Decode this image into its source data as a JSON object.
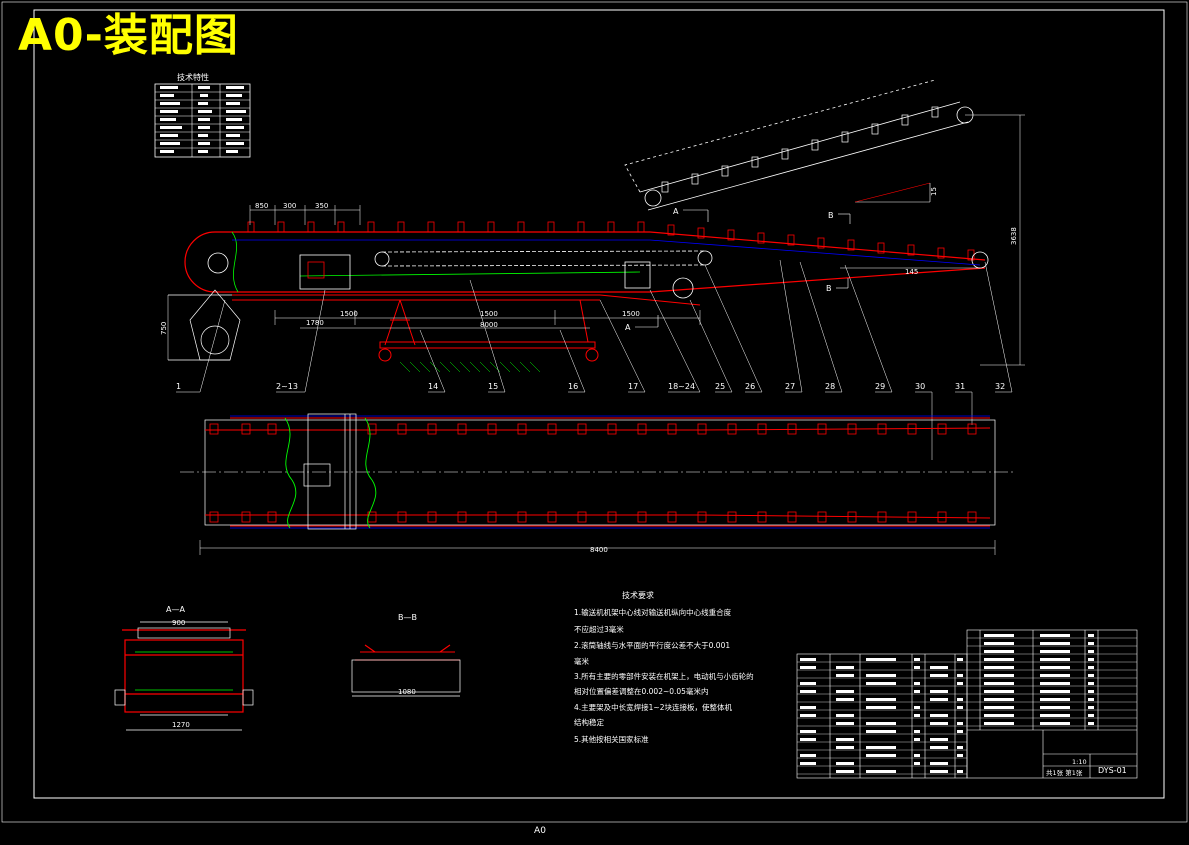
{
  "title": "A0-装配图",
  "footer": "A0",
  "tech_table": {
    "heading": "技术特性"
  },
  "dims": {
    "d850": "850",
    "d300": "300",
    "d350": "350",
    "d1780": "1780",
    "d1500a": "1500",
    "d1500b": "1500",
    "d1500c": "1500",
    "d8000": "8000",
    "d145": "145",
    "d3638": "3638",
    "d750": "750",
    "d8400": "8400",
    "d15": "15"
  },
  "view_markers": {
    "a_top": "A",
    "a_bottom": "A",
    "b_top": "B",
    "b_bottom": "B"
  },
  "callouts": [
    "1",
    "2~13",
    "14",
    "15",
    "16",
    "17",
    "18~24",
    "25",
    "26",
    "27",
    "28",
    "29",
    "30",
    "31",
    "32"
  ],
  "section_views": {
    "aa_title": "A—A",
    "aa_top_dim": "900",
    "aa_bottom_dim": "1270",
    "bb_title": "B—B",
    "bb_bottom_dim": "1080"
  },
  "requirements": {
    "heading": "技术要求",
    "lines": [
      "1.输送机机架中心线对输送机纵向中心线重合度",
      "不应超过3毫米",
      "2.滚筒轴线与水平面的平行度公差不大于0.001",
      "毫米",
      "3.所有主要的零部件安装在机架上，电动机与小齿轮的",
      "相对位置偏差调整在0.002~0.05毫米内",
      "4.主要架及中长宽焊接1~2块连接板，使整体机",
      "结构稳定",
      "5.其他按相关国家标准"
    ]
  },
  "title_block": {
    "scale": "1:10",
    "drawing_no": "DYS-01",
    "sheet": "共1张 第1张"
  },
  "colors": {
    "frame": "#ffffff",
    "belt": "#ff0000",
    "guide": "#00ff00",
    "accent": "#ffff00",
    "structure": "#0000ff",
    "pivot": "#ff00ff"
  }
}
